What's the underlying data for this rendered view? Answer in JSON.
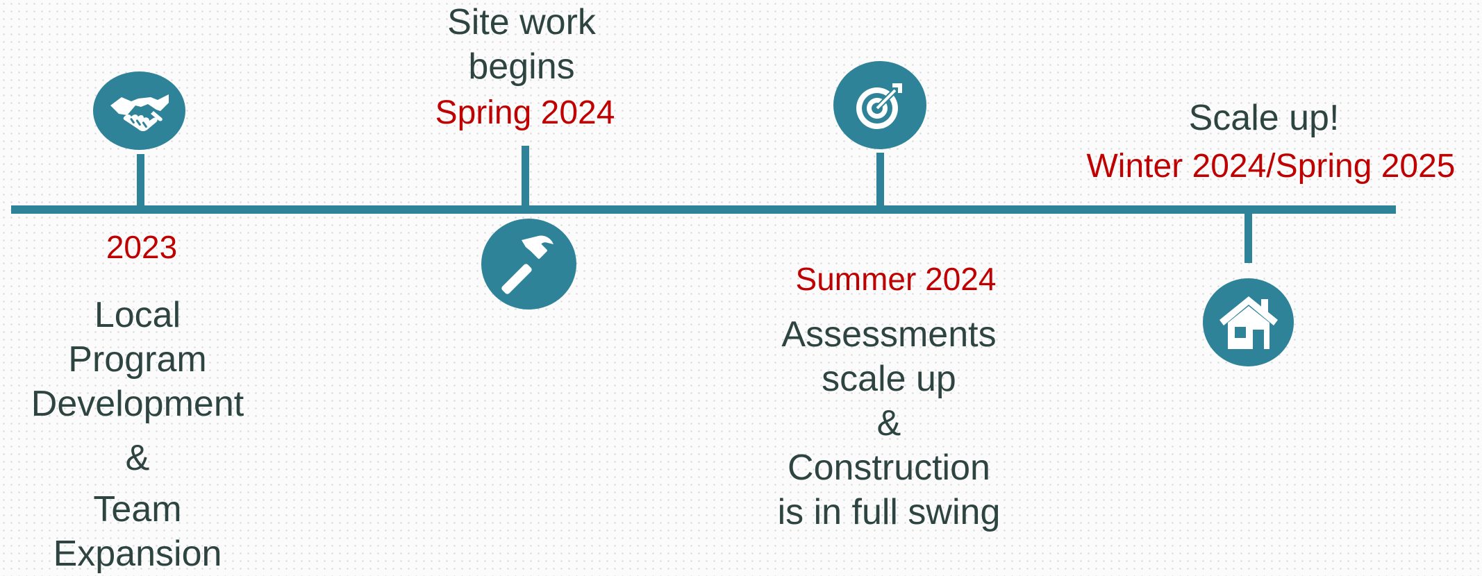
{
  "timeline": {
    "milestones": [
      {
        "id": "local-program",
        "date": "2023",
        "lines": [
          "Local",
          "Program",
          "Development",
          "&",
          "Team",
          "Expansion"
        ],
        "icon": "handshake-icon"
      },
      {
        "id": "site-work",
        "date": "Spring 2024",
        "lines": [
          "Site work",
          "begins"
        ],
        "icon": "hammer-icon"
      },
      {
        "id": "assessments",
        "date": "Summer 2024",
        "lines": [
          "Assessments",
          "scale up",
          "&",
          "Construction",
          "is in full swing"
        ],
        "icon": "target-icon"
      },
      {
        "id": "scale-up",
        "date": "Winter 2024/Spring 2025",
        "lines": [
          "Scale up!"
        ],
        "icon": "home-icon"
      }
    ]
  },
  "colors": {
    "line": "#2f8399",
    "date": "#c00000",
    "text": "#2e4440",
    "background": "#fbfbfb"
  }
}
